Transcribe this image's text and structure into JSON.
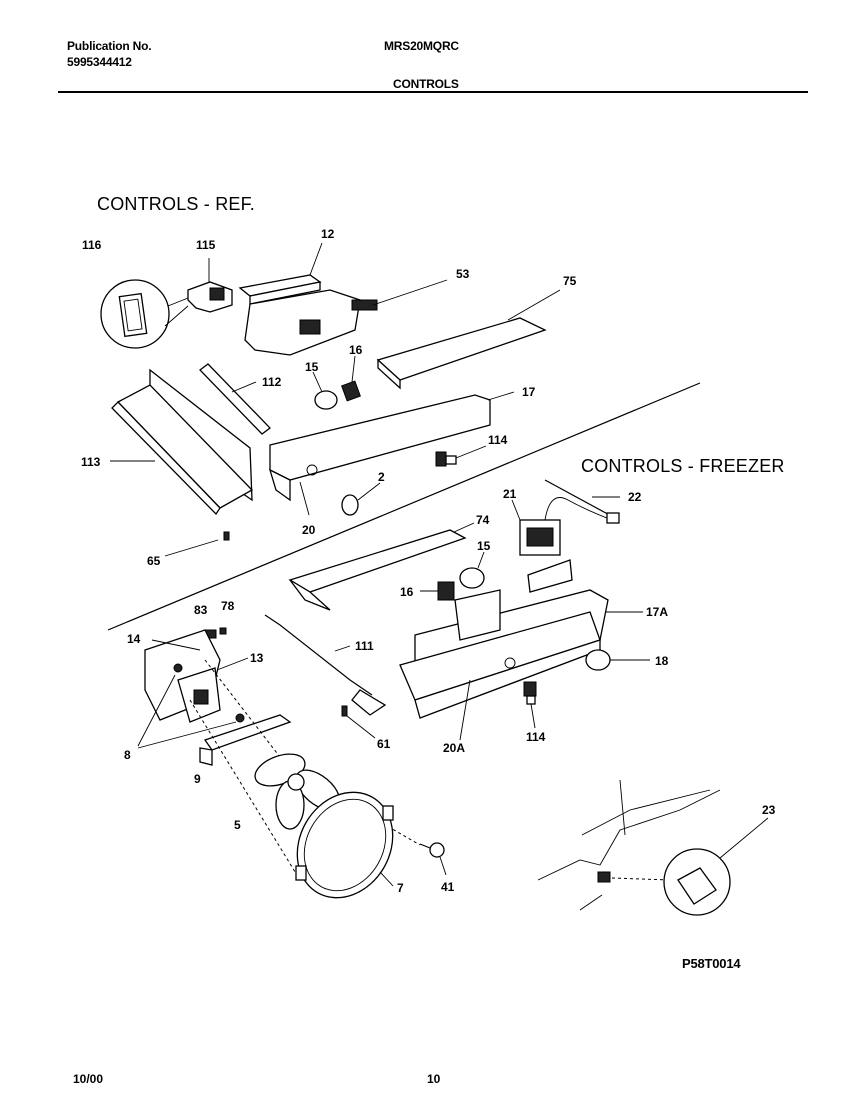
{
  "header": {
    "publication_label": "Publication No.",
    "publication_number": "5995344412",
    "model": "MRS20MQRC",
    "section": "CONTROLS"
  },
  "sections": {
    "refrigerator_title": "CONTROLS - REF.",
    "freezer_title": "CONTROLS - FREEZER"
  },
  "callouts": {
    "c116": "116",
    "c115": "115",
    "c12": "12",
    "c53": "53",
    "c75": "75",
    "c15_ref": "15",
    "c16_ref": "16",
    "c112": "112",
    "c17": "17",
    "c114_ref": "114",
    "c113": "113",
    "c2": "2",
    "c20": "20",
    "c65": "65",
    "c74": "74",
    "c21": "21",
    "c22": "22",
    "c15_frz": "15",
    "c16_frz": "16",
    "c17a": "17A",
    "c83": "83",
    "c78": "78",
    "c14": "14",
    "c13": "13",
    "c111": "111",
    "c18": "18",
    "c8": "8",
    "c61": "61",
    "c20a": "20A",
    "c114_frz": "114",
    "c9": "9",
    "c5": "5",
    "c23": "23",
    "c7": "7",
    "c41": "41"
  },
  "drawing_code": "P58T0014",
  "footer": {
    "date": "10/00",
    "page": "10"
  }
}
